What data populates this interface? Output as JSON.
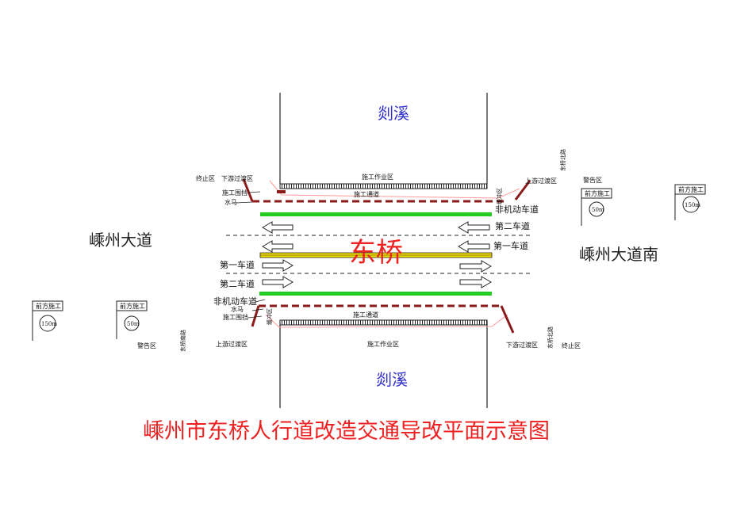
{
  "colors": {
    "barrier": "#8b1a1a",
    "green_divider": "#22cc22",
    "center_line": "#f2e000",
    "river_text": "#2f2fd0",
    "bridge_text": "#ee2222",
    "caption_text": "#ee2020",
    "transition_line": "#ff9a9a"
  },
  "roads": {
    "west": "嵊州大道",
    "east": "嵊州大道南"
  },
  "river": {
    "north": "剡溪",
    "south": "剡溪"
  },
  "bridge": {
    "name": "东桥"
  },
  "north_side": {
    "work_zone": "施工作业区",
    "passage": "施工通道",
    "end_zone": "终止区",
    "downstream_transition": "下游过渡区",
    "upstream_transition": "上游过渡区",
    "fence": "施工围挡",
    "water_horse": "水马",
    "warning_zone": "警告区",
    "buffer_zone": "缓冲区",
    "street": "东桥北路"
  },
  "south_side": {
    "work_zone": "施工作业区",
    "passage": "施工通道",
    "end_zone": "终止区",
    "downstream_transition": "下游过渡区",
    "upstream_transition": "上游过渡区",
    "fence": "施工围挡",
    "water_horse": "水马",
    "warning_zone": "警告区",
    "buffer_zone": "缓冲区",
    "street": "东桥南路"
  },
  "lanes": {
    "non_motor": "非机动车道",
    "lane_one": "第一车道",
    "lane_two": "第二车道"
  },
  "signs": {
    "header": "前方施工",
    "dist_50": "50m",
    "dist_150": "150m"
  },
  "caption": "嵊州市东桥人行道改造交通导改平面示意图"
}
